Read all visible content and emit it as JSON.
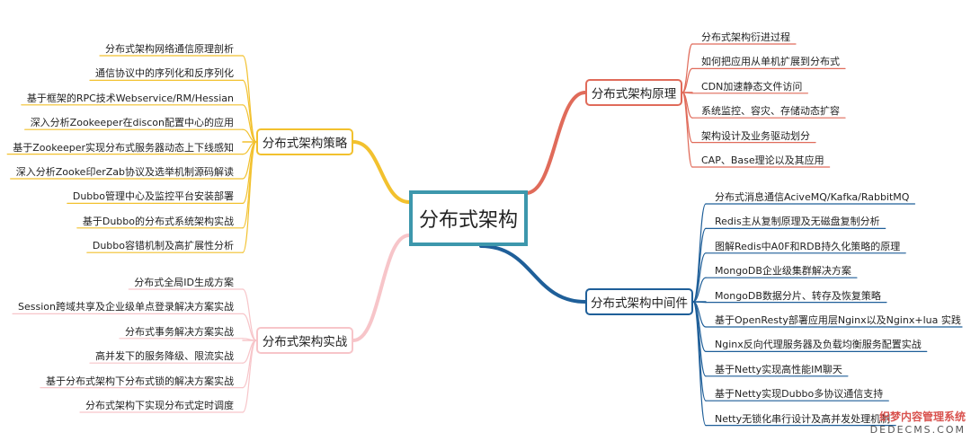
{
  "center": {
    "label": "分布式架构",
    "color": "#3d97ac"
  },
  "branches": [
    {
      "id": "principle",
      "label": "分布式架构原理",
      "color": "#e06b5a",
      "items": [
        "分布式架构衍进过程",
        "如何把应用从单机扩展到分布式",
        "CDN加速静态文件访问",
        "系统监控、容灾、存储动态扩容",
        "架构设计及业务驱动划分",
        "CAP、Base理论以及其应用"
      ]
    },
    {
      "id": "middleware",
      "label": "分布式架构中间件",
      "color": "#1f5f99",
      "items": [
        "分布式消息通信AciveMQ/Kafka/RabbitMQ",
        "Redis主从复制原理及无磁盘复制分析",
        "图解Redis中A0F和RDB持久化策略的原理",
        "MongoDB企业级集群解决方案",
        "MongoDB数据分片、转存及恢复策略",
        "基于OpenResty部署应用层Nginx以及Nginx+lua 实践",
        "Nginx反向代理服务器及负载均衡服务配置实战",
        "基于Netty实现高性能IM聊天",
        "基于Netty实现Dubbo多协议通信支持",
        "Netty无锁化串行设计及高并发处理机制"
      ]
    },
    {
      "id": "strategy",
      "label": "分布式架构策略",
      "color": "#f2c12e",
      "items": [
        "分布式架构网络通信原理剖析",
        "通信协议中的序列化和反序列化",
        "基于框架的RPC技术Webservice/RM/Hessian",
        "深入分析Zookeeper在discon配置中心的应用",
        "基于Zookeeper实现分布式服务器动态上下线感知",
        "深入分析Zooke印erZab协议及选举机制源码解读",
        "Dubbo管理中心及监控平台安装部署",
        "基于Dubbo的分布式系统架构实战",
        "Dubbo容错机制及高扩展性分析"
      ]
    },
    {
      "id": "practice",
      "label": "分布式架构实战",
      "color": "#f7c5c9",
      "items": [
        "分布式全局ID生成方案",
        "Session跨域共享及企业级单点登录解决方案实战",
        "分布式事务解决方案实战",
        "高并发下的服务降级、限流实战",
        "基于分布式架构下分布式锁的解决方案实战",
        "分布式架构下实现分布式定时调度"
      ]
    }
  ],
  "watermark": {
    "cn": "织梦内容管理系统",
    "en": "DEDECMS.COM"
  }
}
